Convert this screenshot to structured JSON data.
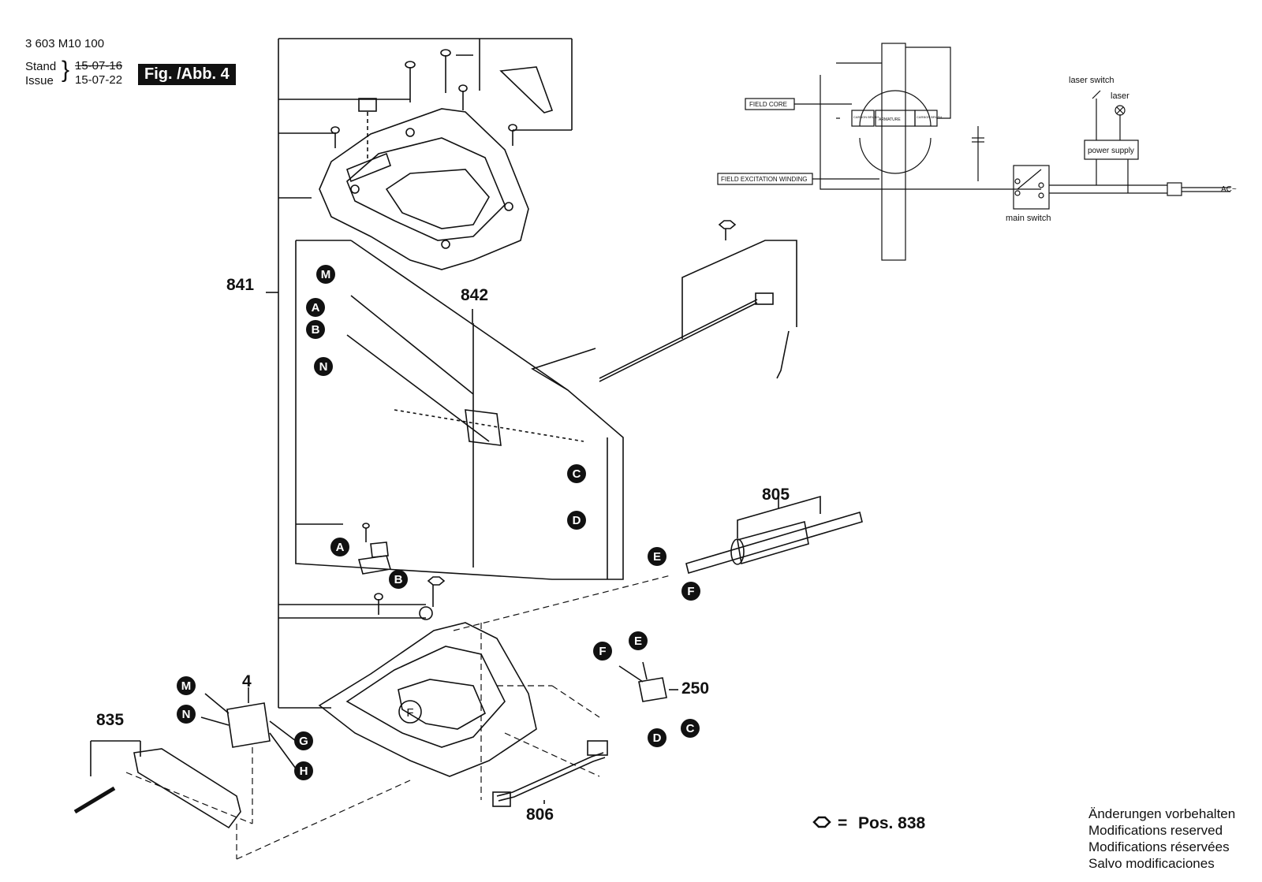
{
  "header": {
    "doc_number": "3 603 M10 100",
    "stand_label": "Stand",
    "issue_label": "Issue",
    "stand_date": "15-07-16",
    "issue_date": "15-07-22",
    "figure_label": "Fig. /Abb. 4"
  },
  "part_numbers": {
    "p841": "841",
    "p842": "842",
    "p805": "805",
    "p250": "250",
    "p4": "4",
    "p835": "835",
    "p806": "806"
  },
  "markers": {
    "M": "M",
    "A": "A",
    "B": "B",
    "N": "N",
    "C": "C",
    "D": "D",
    "E": "E",
    "F": "F",
    "G": "G",
    "H": "H"
  },
  "wiring": {
    "field_core": "FIELD CORE",
    "field_excitation": "FIELD EXCITATION WINDING",
    "armature": "ARMATURE",
    "carbon_brush": "CARBON BRUSH",
    "laser_switch": "laser switch",
    "laser": "laser",
    "power_supply": "power supply",
    "main_switch": "main switch",
    "ac": "AC~"
  },
  "legend": {
    "equals": "=",
    "pos": "Pos. 838"
  },
  "notes": {
    "de": "Änderungen vorbehalten",
    "en": "Modifications reserved",
    "fr": "Modifications réservées",
    "es": "Salvo modificaciones"
  }
}
